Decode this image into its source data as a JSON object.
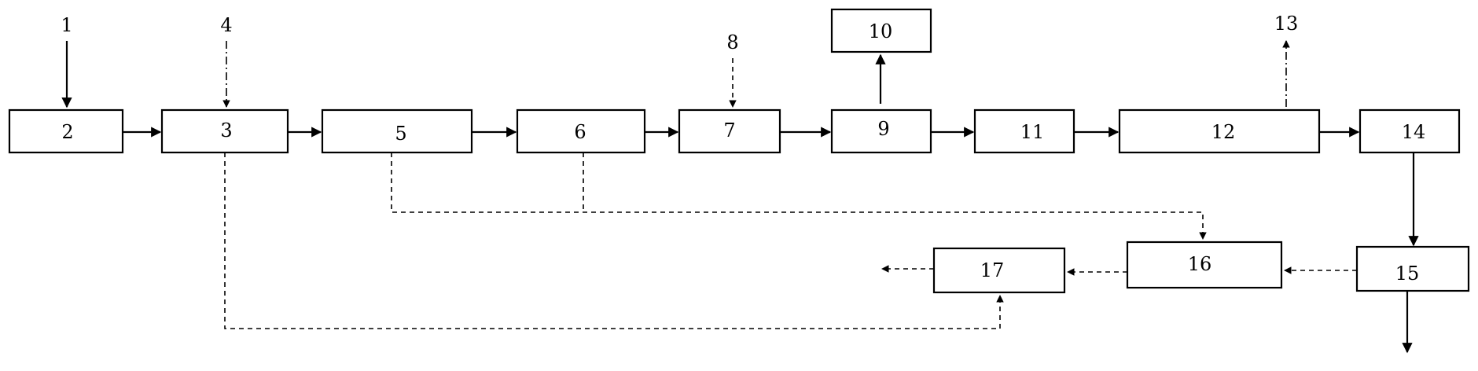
{
  "diagram": {
    "input_labels": {
      "n1": "1",
      "n4": "4",
      "n8": "8",
      "n13": "13"
    },
    "boxes": {
      "b2": "2",
      "b3": "3",
      "b5": "5",
      "b6": "6",
      "b7": "7",
      "b9": "9",
      "b10": "10",
      "b11": "11",
      "b12": "12",
      "b14": "14",
      "b15": "15",
      "b16": "16",
      "b17": "17"
    }
  }
}
